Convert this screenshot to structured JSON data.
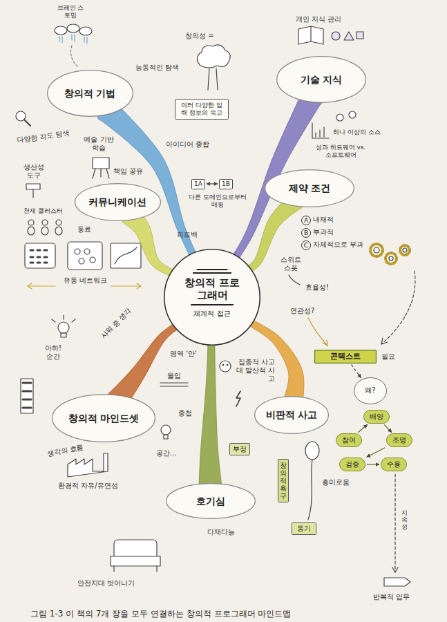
{
  "diagram": {
    "caption": "그림 1-3 이 책의 7개 장을 모두 연결하는 창의적 프로그래머 마인드맵",
    "nodes": [
      {
        "text": [
          "창의적 프로그래머",
          "체계적 접근"
        ]
      },
      {
        "text": [
          "창의적 기법"
        ]
      },
      {
        "text": [
          "기술 지식"
        ]
      },
      {
        "text": [
          "여러 다양한 입력 정보의 숙고"
        ]
      },
      {
        "text": [
          "커뮤니케이션"
        ]
      },
      {
        "text": [
          "1A"
        ]
      },
      {
        "text": [
          "1B"
        ]
      },
      {
        "text": [
          "제약 조건"
        ]
      },
      {
        "text": [
          "콘텍스트"
        ]
      },
      {
        "text": [
          "왜?"
        ]
      },
      {
        "text": [
          "배양"
        ]
      },
      {
        "text": [
          "참여"
        ]
      },
      {
        "text": [
          "조명"
        ]
      },
      {
        "text": [
          "검증"
        ]
      },
      {
        "text": [
          "수용"
        ]
      },
      {
        "text": [
          "창의적 마인드셋"
        ]
      },
      {
        "text": [
          "비판적 사고"
        ]
      },
      {
        "text": [
          "부정"
        ]
      },
      {
        "text": [
          "창의적 욕구"
        ]
      },
      {
        "text": [
          "호기심"
        ]
      },
      {
        "text": [
          "동기"
        ]
      }
    ],
    "edges": [
      {
        "from": 0,
        "to": 1,
        "arrow": "none"
      },
      {
        "from": 0,
        "to": 2,
        "arrow": "none"
      },
      {
        "from": 0,
        "to": 4,
        "arrow": "none"
      },
      {
        "from": 0,
        "to": 7,
        "arrow": "none"
      },
      {
        "from": 0,
        "to": 15,
        "arrow": "none"
      },
      {
        "from": 0,
        "to": 16,
        "arrow": "none"
      },
      {
        "from": 0,
        "to": 19,
        "arrow": "none"
      },
      {
        "from": 5,
        "to": 6,
        "arrow": "both"
      },
      {
        "from": 8,
        "to": 9,
        "arrow": "to"
      },
      {
        "from": 11,
        "to": 10,
        "arrow": "to"
      },
      {
        "from": 10,
        "to": 12,
        "arrow": "to"
      },
      {
        "from": 12,
        "to": 13,
        "arrow": "to"
      },
      {
        "from": 13,
        "to": 14,
        "arrow": "to"
      }
    ],
    "labels": [
      "브레인 스토밍",
      "창의성 =",
      "개인 지식 관리",
      "능동적인 탐색",
      "다양한 각도 탐색",
      "예술 기반 학습",
      "아이디어 종합",
      "생산성 도구",
      "책임 공유",
      "다른 도메인으로부터 매핑",
      "성과 하드웨어 vs. 소프트웨어",
      "하나 이상의 소스",
      "천재 클러스터",
      "동료",
      "피드백",
      "A",
      "내재적",
      "B",
      "부과적",
      "C",
      "자체적으로 부과",
      "유동 네트워크",
      "스위트 스폿",
      "효율성!",
      "연관성?",
      "필요",
      "샤워 중 생각",
      "아하! 순간",
      "영역 '안'",
      "몰입",
      "집중적 사고 대 발산적 사고",
      "중첩",
      "생각의 흐름",
      "공간...",
      "흥미로움",
      "환경적 자유/유연성",
      "다재다능",
      "지속성",
      "안전지대 벗어나기",
      "반복적 업무"
    ]
  }
}
